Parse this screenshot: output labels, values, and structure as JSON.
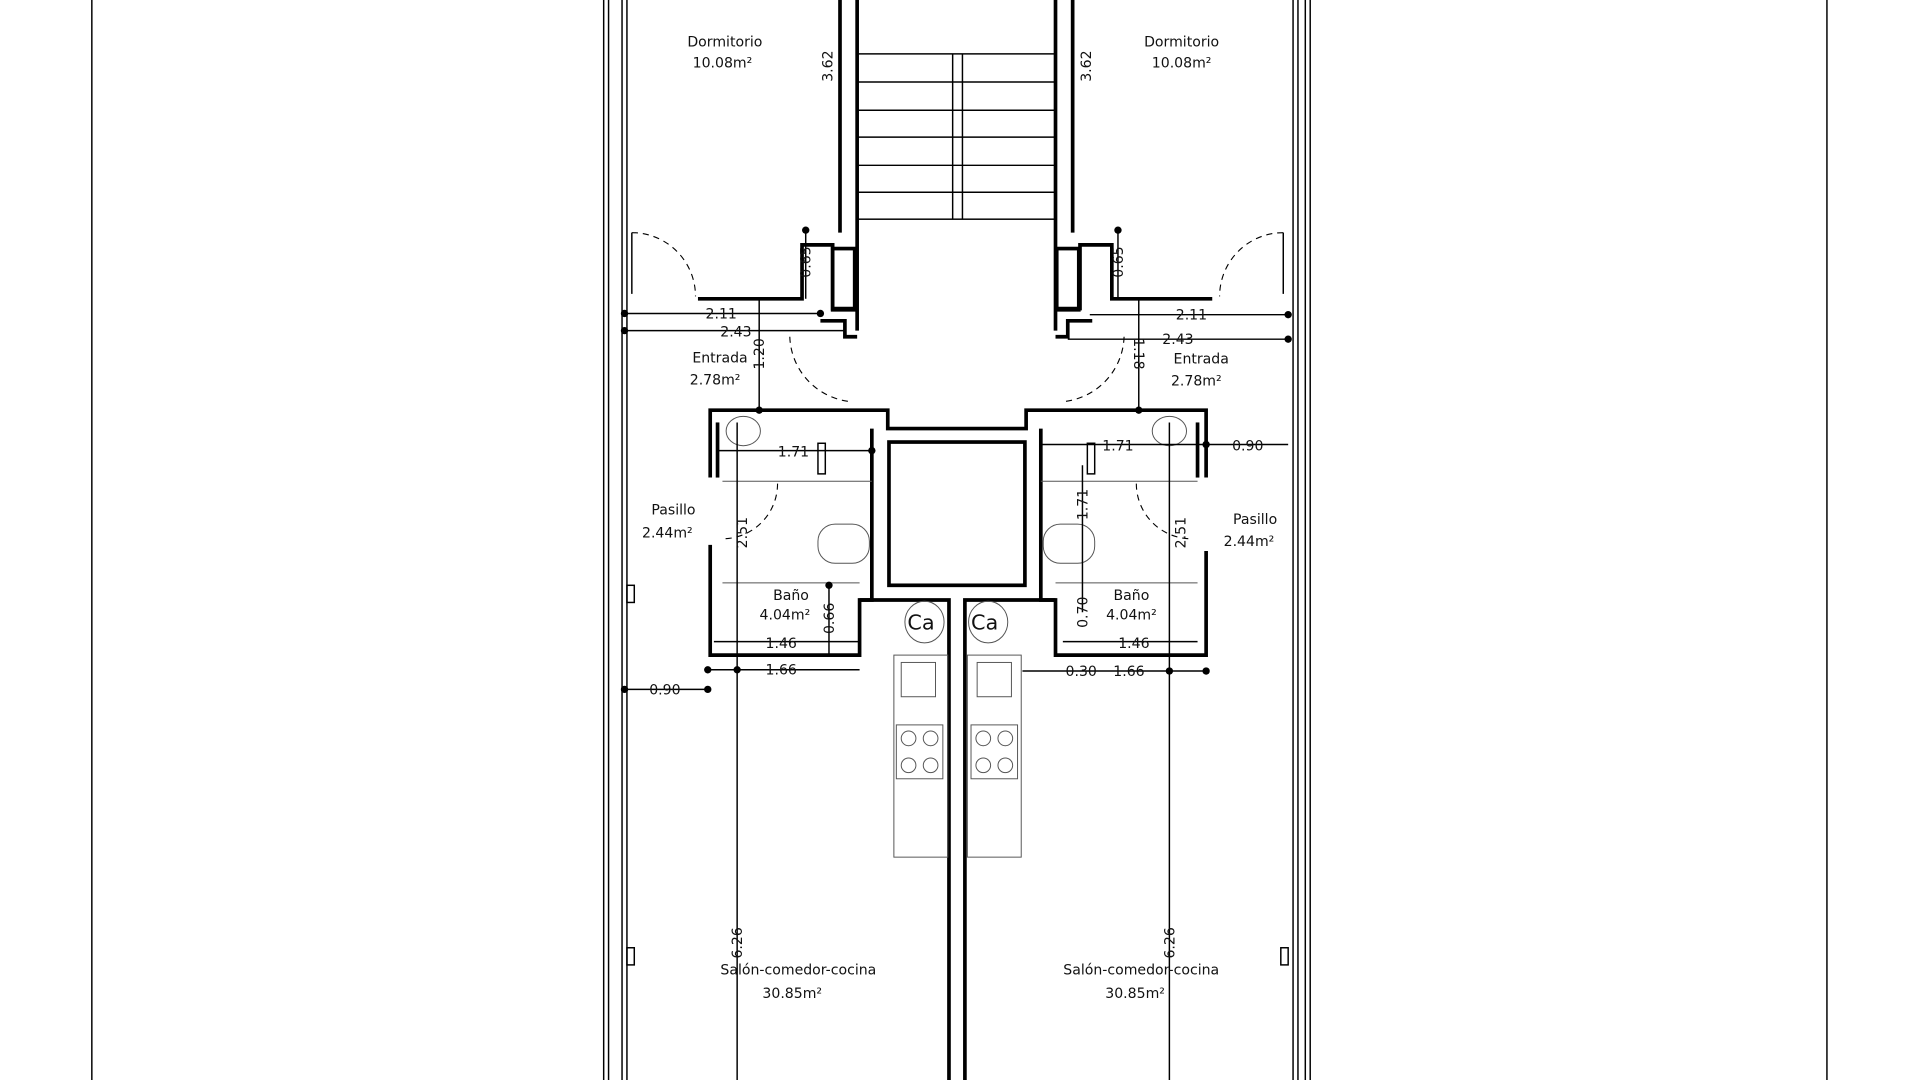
{
  "plan": {
    "rooms": {
      "dorm_left": {
        "name": "Dormitorio",
        "area": "10.08m²"
      },
      "dorm_right": {
        "name": "Dormitorio",
        "area": "10.08m²"
      },
      "entrada_left": {
        "name": "Entrada",
        "area": "2.78m²"
      },
      "entrada_right": {
        "name": "Entrada",
        "area": "2.78m²"
      },
      "pasillo_left": {
        "name": "Pasillo",
        "area": "2.44m²"
      },
      "pasillo_right": {
        "name": "Pasillo",
        "area": "2.44m²"
      },
      "bano_left": {
        "name": "Baño",
        "area": "4.04m²"
      },
      "bano_right": {
        "name": "Baño",
        "area": "4.04m²"
      },
      "salon_left": {
        "name": "Salón-comedor-cocina",
        "area": "30.85m²"
      },
      "salon_right": {
        "name": "Salón-comedor-cocina",
        "area": "30.85m²"
      }
    },
    "boiler_label": "Ca",
    "dimensions": {
      "l_362": "3.62",
      "r_362": "3.62",
      "l_065": "0.65",
      "r_065": "0.65",
      "l_211": "2.11",
      "r_211": "2.11",
      "l_243": "2.43",
      "r_243": "2.43",
      "l_120": "1.20",
      "r_118": "1.18",
      "l_171": "1.71",
      "r_171h": "1.71",
      "r_171v": "1.71",
      "l_251": "2.51",
      "r_251": "2.51",
      "l_066": "0.66",
      "r_070": "0.70",
      "l_146": "1.46",
      "r_146": "1.46",
      "l_166": "1.66",
      "r_166": "1.66",
      "l_090": "0.90",
      "r_090": "0.90",
      "r_030": "0.30",
      "l_626": "6.26",
      "r_626": "6.26"
    }
  }
}
